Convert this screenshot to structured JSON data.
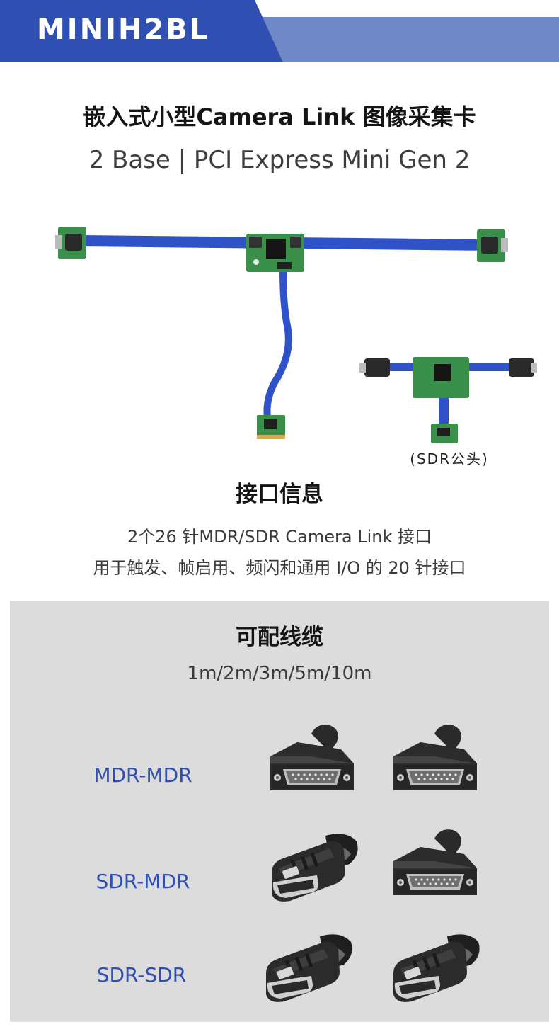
{
  "header": {
    "title": "MINIH2BL",
    "band_color": "#2f4fb2",
    "tail_color": "#7088c8"
  },
  "product": {
    "title": "嵌入式小型Camera Link 图像采集卡",
    "subtitle": "2 Base | PCI Express Mini Gen 2",
    "caption": "(SDR公头)",
    "pcb_color": "#3a8f4a",
    "cable_color": "#2f52c8"
  },
  "interface_info": {
    "heading": "接口信息",
    "lines": [
      "2个26 针MDR/SDR  Camera Link 接口",
      "用于触发、帧启用、频闪和通用 I/O 的 20 针接口"
    ]
  },
  "cables": {
    "heading": "可配线缆",
    "lengths": "1m/2m/3m/5m/10m",
    "label_color": "#2e4fb4",
    "rows": [
      {
        "label": "MDR-MDR",
        "left": "mdr-connector-icon",
        "right": "mdr-connector-icon"
      },
      {
        "label": "SDR-MDR",
        "left": "sdr-connector-icon",
        "right": "mdr-connector-icon"
      },
      {
        "label": "SDR-SDR",
        "left": "sdr-connector-icon",
        "right": "sdr-connector-icon"
      }
    ]
  }
}
